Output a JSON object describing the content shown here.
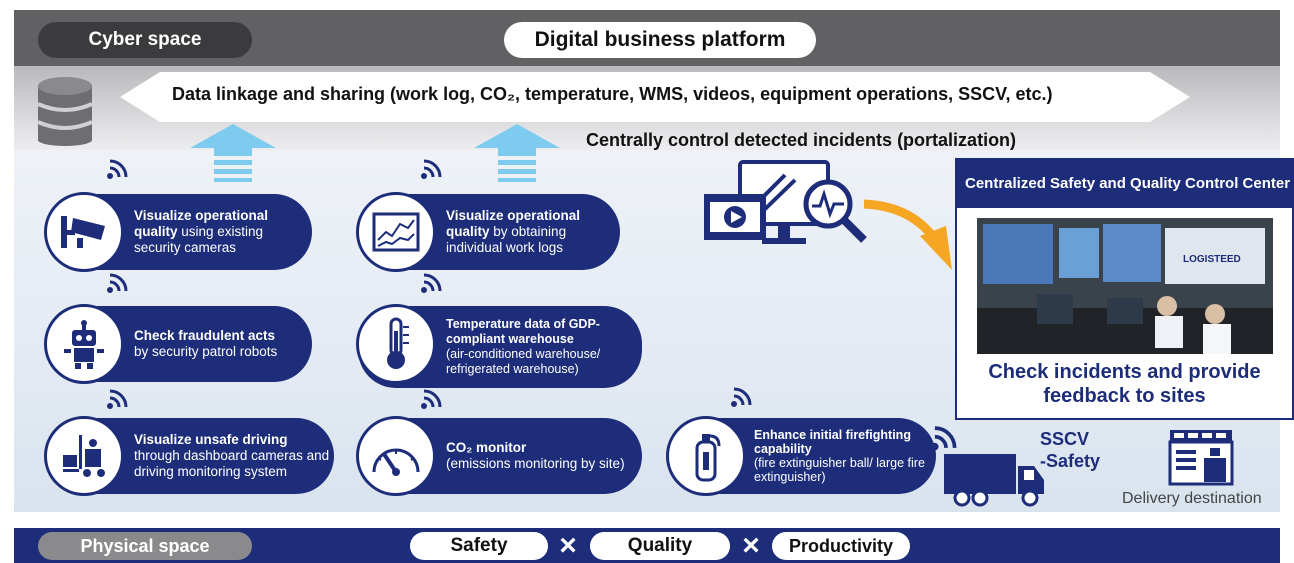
{
  "top": {
    "cyber_label": "Cyber space",
    "platform_label": "Digital business platform"
  },
  "band": {
    "data_linkage": "Data linkage and sharing (work log, CO₂, temperature, WMS, videos, equipment operations, SSCV, etc.)",
    "central_control": "Centrally control detected incidents (portalization)"
  },
  "cards": [
    {
      "title": "Visualize operational quality",
      "rest": " using existing security cameras",
      "icon": "security-camera-icon"
    },
    {
      "title": "Visualize operational quality",
      "rest": " by obtaining individual work logs",
      "icon": "chart-icon"
    },
    {
      "title": "Check fraudulent acts",
      "rest": "by security patrol robots",
      "icon": "robot-icon"
    },
    {
      "title": "Temperature data of GDP-compliant warehouse",
      "rest": "(air-conditioned warehouse/ refrigerated warehouse)",
      "icon": "thermometer-icon"
    },
    {
      "title": "Visualize unsafe driving",
      "rest": "through dashboard cameras and driving monitoring system",
      "icon": "forklift-icon"
    },
    {
      "title": "CO₂ monitor",
      "rest": "(emissions monitoring by site)",
      "icon": "gauge-icon"
    },
    {
      "title": "Enhance initial firefighting capability",
      "rest": "(fire extinguisher ball/ large fire extinguisher)",
      "icon": "fire-extinguisher-icon"
    }
  ],
  "center": {
    "header": "Centralized Safety and Quality Control Center",
    "photo_sign": "LOGISTEED",
    "caption_line1": "Check incidents and provide",
    "caption_line2": "feedback to sites"
  },
  "sscv": {
    "line1": "SSCV",
    "line2": "-Safety",
    "delivery": "Delivery destination"
  },
  "bottom": {
    "physical_label": "Physical space",
    "safety": "Safety",
    "quality": "Quality",
    "productivity": "Productivity",
    "times": "×"
  },
  "colors": {
    "navy": "#1d2d7a",
    "arrow_blue": "#7ecbf0",
    "orange": "#f5a623"
  }
}
